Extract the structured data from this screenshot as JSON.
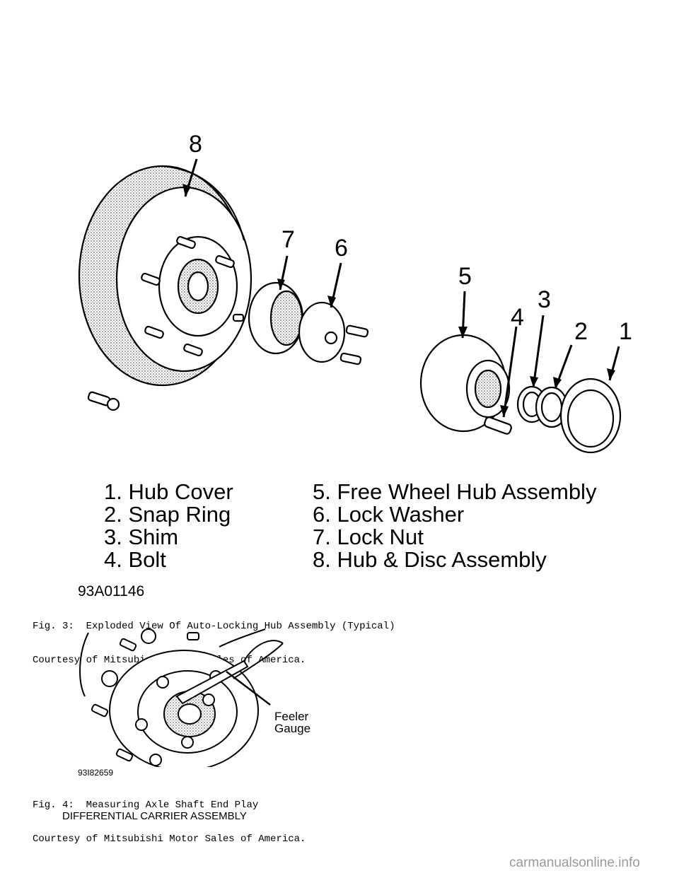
{
  "figure3": {
    "callouts": [
      "8",
      "7",
      "6",
      "5",
      "4",
      "3",
      "2",
      "1"
    ],
    "legend_left": [
      "1. Hub Cover",
      "2. Snap Ring",
      "3. Shim",
      "4. Bolt"
    ],
    "legend_right": [
      "5. Free Wheel Hub Assembly",
      "6. Lock Washer",
      "7. Lock Nut",
      "8. Hub & Disc Assembly"
    ],
    "code": "93A01146",
    "caption_line1": "Fig. 3:  Exploded View Of Auto-Locking Hub Assembly (Typical)",
    "caption_line2": "Courtesy of Mitsubishi Motor Sales of America."
  },
  "figure4": {
    "callout_line1": "Feeler",
    "callout_line2": "Gauge",
    "code": "93I82659",
    "caption_line1": "Fig. 4:  Measuring Axle Shaft End Play",
    "caption_line2": "Courtesy of Mitsubishi Motor Sales of America."
  },
  "section_heading": "DIFFERENTIAL CARRIER ASSEMBLY",
  "watermark": "carmanualsonline.info"
}
